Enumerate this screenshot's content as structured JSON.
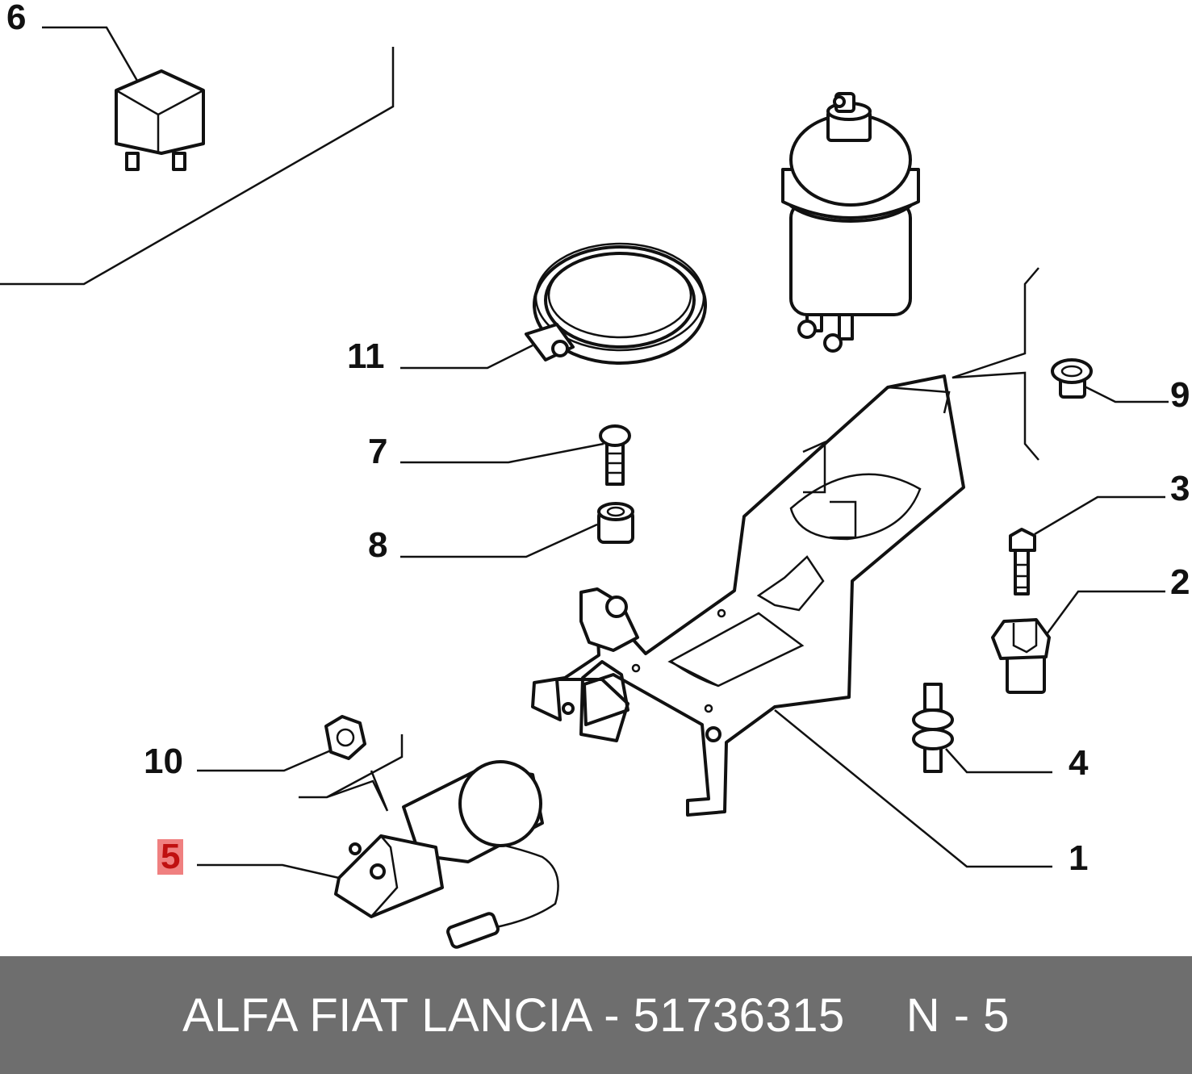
{
  "callouts": {
    "c1": "1",
    "c2": "2",
    "c3": "3",
    "c4": "4",
    "c5": "5",
    "c6": "6",
    "c7": "7",
    "c8": "8",
    "c9": "9",
    "c10": "10",
    "c11": "11"
  },
  "footer": {
    "brand": "ALFA FIAT LANCIA",
    "separator": " - ",
    "part_number": "51736315",
    "position_ref": "N - 5"
  },
  "colors": {
    "footer_bg": "#6e6e6e",
    "highlight_bg": "#f08080",
    "highlight_text": "#c01010"
  }
}
